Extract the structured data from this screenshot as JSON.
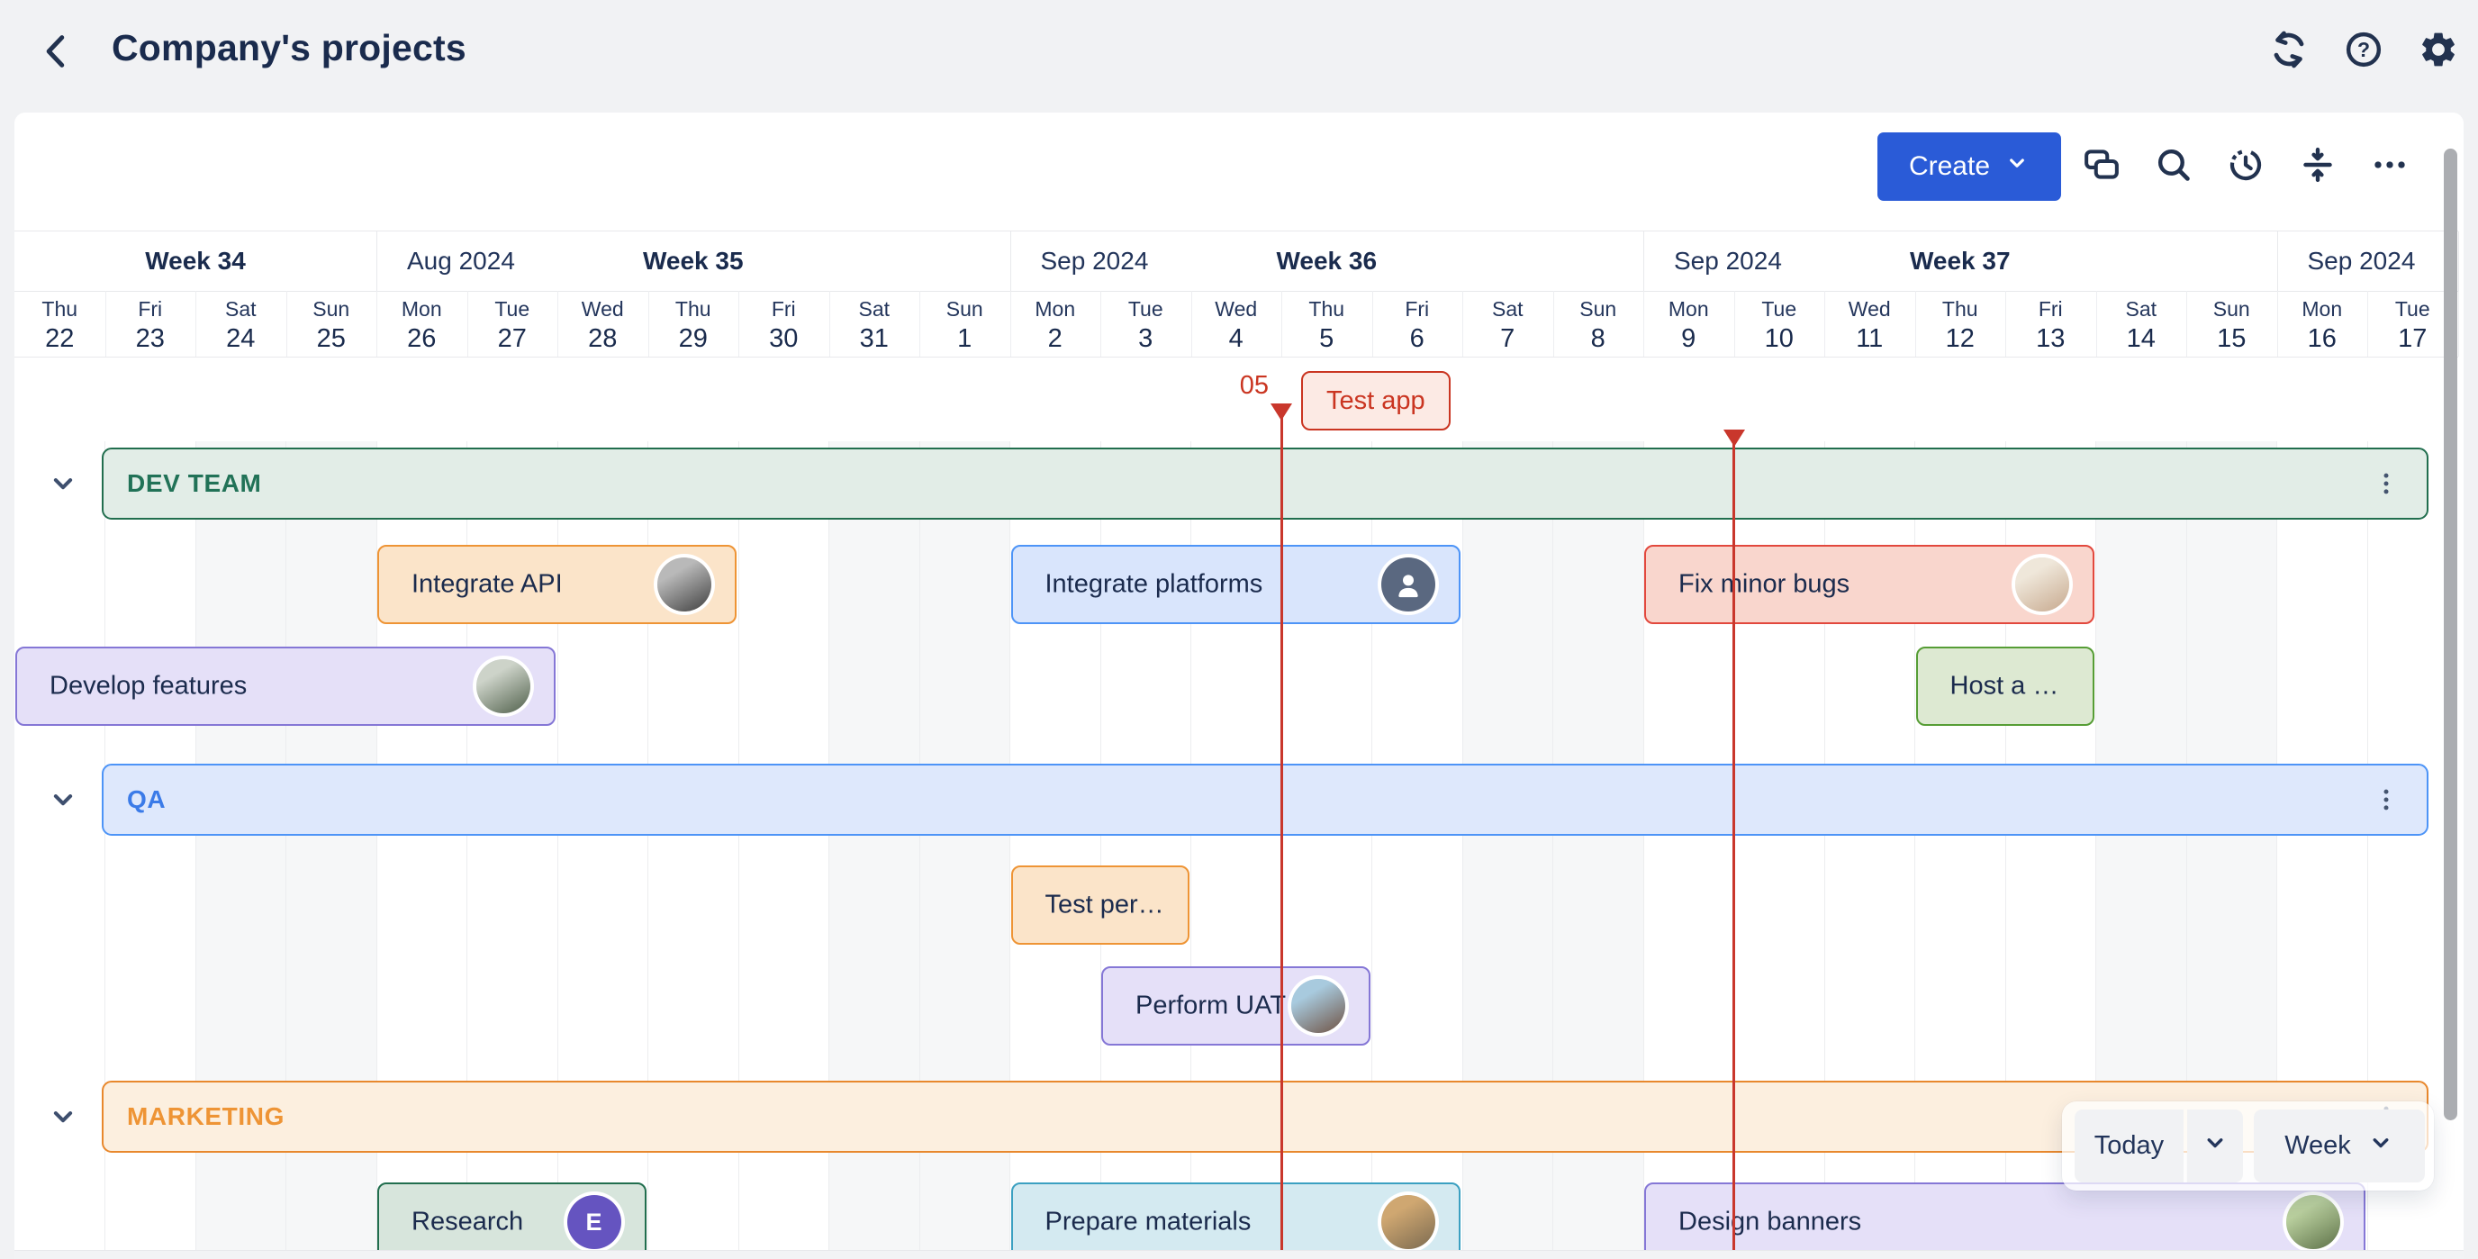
{
  "app": {
    "title": "Company's projects"
  },
  "top_bar": {
    "icons": [
      "sync-icon",
      "help-icon",
      "settings-icon"
    ]
  },
  "toolbar": {
    "create_label": "Create",
    "icons": [
      "comments-icon",
      "search-icon",
      "time-tracking-icon",
      "collapse-all-icon",
      "more-options-icon"
    ]
  },
  "timeline": {
    "weeks": [
      {
        "label": "Week 34",
        "month": "",
        "start": 0,
        "span": 4
      },
      {
        "label": "Week 35",
        "month": "Aug 2024",
        "start": 4,
        "span": 7
      },
      {
        "label": "Week 36",
        "month": "Sep 2024",
        "start": 11,
        "span": 7
      },
      {
        "label": "Week 37",
        "month": "Sep 2024",
        "start": 18,
        "span": 7
      },
      {
        "label": "",
        "month": "Sep 2024",
        "start": 25,
        "span": 2
      }
    ],
    "days": [
      {
        "dow": "Thu",
        "num": "22"
      },
      {
        "dow": "Fri",
        "num": "23"
      },
      {
        "dow": "Sat",
        "num": "24",
        "weekend": true
      },
      {
        "dow": "Sun",
        "num": "25",
        "weekend": true
      },
      {
        "dow": "Mon",
        "num": "26"
      },
      {
        "dow": "Tue",
        "num": "27"
      },
      {
        "dow": "Wed",
        "num": "28"
      },
      {
        "dow": "Thu",
        "num": "29"
      },
      {
        "dow": "Fri",
        "num": "30"
      },
      {
        "dow": "Sat",
        "num": "31",
        "weekend": true
      },
      {
        "dow": "Sun",
        "num": "1",
        "weekend": true
      },
      {
        "dow": "Mon",
        "num": "2"
      },
      {
        "dow": "Tue",
        "num": "3"
      },
      {
        "dow": "Wed",
        "num": "4"
      },
      {
        "dow": "Thu",
        "num": "5"
      },
      {
        "dow": "Fri",
        "num": "6"
      },
      {
        "dow": "Sat",
        "num": "7",
        "weekend": true
      },
      {
        "dow": "Sun",
        "num": "8",
        "weekend": true
      },
      {
        "dow": "Mon",
        "num": "9"
      },
      {
        "dow": "Tue",
        "num": "10"
      },
      {
        "dow": "Wed",
        "num": "11"
      },
      {
        "dow": "Thu",
        "num": "12"
      },
      {
        "dow": "Fri",
        "num": "13"
      },
      {
        "dow": "Sat",
        "num": "14",
        "weekend": true
      },
      {
        "dow": "Sun",
        "num": "15",
        "weekend": true
      },
      {
        "dow": "Mon",
        "num": "16"
      },
      {
        "dow": "Tue",
        "num": "17"
      }
    ]
  },
  "milestones": [
    {
      "date_label": "05",
      "tag": "Test app",
      "col": 14,
      "lane": "m1"
    },
    {
      "date_label": "",
      "tag": "",
      "col": 19,
      "lane": "m2"
    }
  ],
  "groups": [
    {
      "id": "dev-team",
      "label": "DEV TEAM",
      "scheme": "group-green",
      "lane": "g1"
    },
    {
      "id": "qa",
      "label": "QA",
      "scheme": "group-blue",
      "lane": "g2"
    },
    {
      "id": "marketing",
      "label": "MARKETING",
      "scheme": "group-orange",
      "lane": "g3"
    }
  ],
  "tasks": [
    {
      "id": "integrate-api",
      "label": "Integrate API",
      "start": 4,
      "span": 4,
      "lane": "r1",
      "scheme": "orange",
      "avatar": {
        "type": "photo",
        "grad": [
          "#b9b9b9",
          "#3f3f3f"
        ]
      }
    },
    {
      "id": "integrate-platforms",
      "label": "Integrate platforms",
      "start": 11,
      "span": 5,
      "lane": "r1",
      "scheme": "blue",
      "avatar": {
        "type": "person"
      }
    },
    {
      "id": "fix-minor-bugs",
      "label": "Fix minor bugs",
      "start": 18,
      "span": 5,
      "lane": "r1",
      "scheme": "red",
      "avatar": {
        "type": "photo",
        "grad": [
          "#efe7da",
          "#c7a98e"
        ]
      }
    },
    {
      "id": "develop-features",
      "label": "Develop features",
      "start": 0,
      "span": 6,
      "lane": "r2",
      "scheme": "purple",
      "avatar": {
        "type": "photo",
        "grad": [
          "#cdd3c9",
          "#50604b"
        ]
      }
    },
    {
      "id": "host-a",
      "label": "Host a …",
      "start": 21,
      "span": 2,
      "lane": "r2",
      "scheme": "green",
      "avatar": null
    },
    {
      "id": "test-performance",
      "label": "Test per…",
      "start": 11,
      "span": 2,
      "lane": "r3",
      "scheme": "orange",
      "avatar": null
    },
    {
      "id": "perform-uat",
      "label": "Perform UAT",
      "start": 12,
      "span": 3,
      "lane": "r4",
      "scheme": "purple",
      "avatar": {
        "type": "photo",
        "grad": [
          "#a8cade",
          "#6f5243"
        ]
      }
    },
    {
      "id": "research",
      "label": "Research",
      "start": 4,
      "span": 3,
      "lane": "r5",
      "scheme": "sage",
      "avatar": {
        "type": "initial",
        "letter": "E",
        "color": "#6554C0"
      }
    },
    {
      "id": "prepare-materials",
      "label": "Prepare materials",
      "start": 11,
      "span": 5,
      "lane": "r5",
      "scheme": "teal",
      "avatar": {
        "type": "photo",
        "grad": [
          "#cfa771",
          "#7b6a50"
        ]
      }
    },
    {
      "id": "design-banners",
      "label": "Design banners",
      "start": 18,
      "span": 8,
      "lane": "r5",
      "scheme": "purple",
      "avatar": {
        "type": "photo",
        "grad": [
          "#b9cf9e",
          "#5c7047"
        ]
      }
    }
  ],
  "schemes": {
    "orange": {
      "fill": "#FBE4C9",
      "border": "#EE9435"
    },
    "blue": {
      "fill": "#D9E5FC",
      "border": "#4D94F7"
    },
    "red": {
      "fill": "#F9D6CD",
      "border": "#E2483D"
    },
    "purple": {
      "fill": "#E5E0F8",
      "border": "#8577D6"
    },
    "green": {
      "fill": "#DDE9D2",
      "border": "#569D35"
    },
    "sage": {
      "fill": "#D7E5DC",
      "border": "#216E4E"
    },
    "teal": {
      "fill": "#D4EAF1",
      "border": "#3BA0C1"
    },
    "group-green": {
      "fill": "#E2EDE7",
      "border": "#216E4E",
      "text": "#217257"
    },
    "group-blue": {
      "fill": "#DEE8FC",
      "border": "#4D94F7",
      "text": "#3B7BE8"
    },
    "group-orange": {
      "fill": "#FCEFDF",
      "border": "#E8882D",
      "text": "#EE9435"
    }
  },
  "colors": {
    "accent_blue": "#2A5BD7",
    "milestone_red": "#C9372C",
    "navy_text": "#1A2B4D",
    "weekend_shade": "#F6F7F8"
  },
  "controls": {
    "today_label": "Today",
    "zoom_label": "Week"
  }
}
